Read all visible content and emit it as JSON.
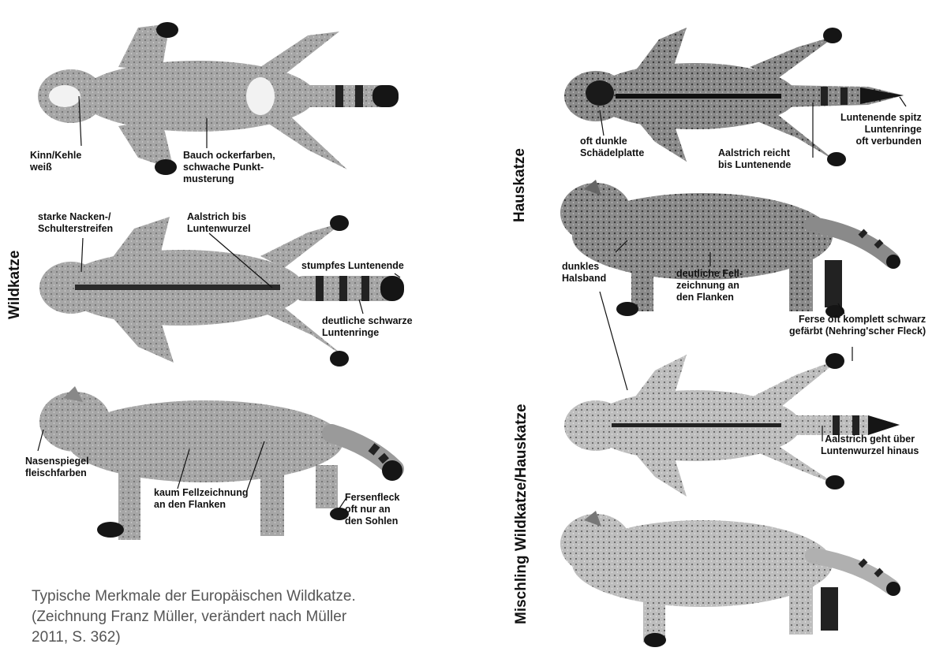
{
  "side_titles": {
    "left": "Wildkatze",
    "right_top": "Hauskatze",
    "right_bottom": "Mischling Wildkatze/Hauskatze"
  },
  "labels": {
    "kinn": "Kinn/Kehle\nweiß",
    "bauch": "Bauch ockerfarben,\nschwache Punkt-\nmusterung",
    "nacken": "starke Nacken-/\nSchulterstreifen",
    "aalstrich_wild": "Aalstrich bis\nLuntenwurzel",
    "stumpf": "stumpfes Luntenende",
    "ringe_wild": "deutliche schwarze\nLuntenringe",
    "nase": "Nasenspiegel\nfleischfarben",
    "kaum": "kaum Fellzeichnung\nan den Flanken",
    "fersenfleck": "Fersenfleck\noft nur an\nden Sohlen",
    "schaedel": "oft dunkle\nSchädelplatte",
    "aalstrich_haus": "Aalstrich reicht\nbis Luntenende",
    "spitz": "Luntenende spitz\nLuntenringe\noft verbunden",
    "halsband": "dunkles\nHalsband",
    "fell_deutlich": "deutliche Fell-\nzeichnung an\nden Flanken",
    "ferse_schwarz": "Ferse oft komplett schwarz\ngefärbt (Nehring'scher Fleck)",
    "aalstrich_misch": "Aalstrich geht über\nLuntenwurzel hinaus"
  },
  "caption": "Typische Merkmale der Europäischen Wildkatze.\n(Zeichnung Franz Müller, verändert nach Müller\n2011, S. 362)",
  "colors": {
    "ink": "#111111",
    "fur_wild": "#9a9a9a",
    "fur_haus": "#7c7c7c",
    "fur_misch": "#b0b0b0",
    "dark": "#151515",
    "caption": "#555555"
  }
}
